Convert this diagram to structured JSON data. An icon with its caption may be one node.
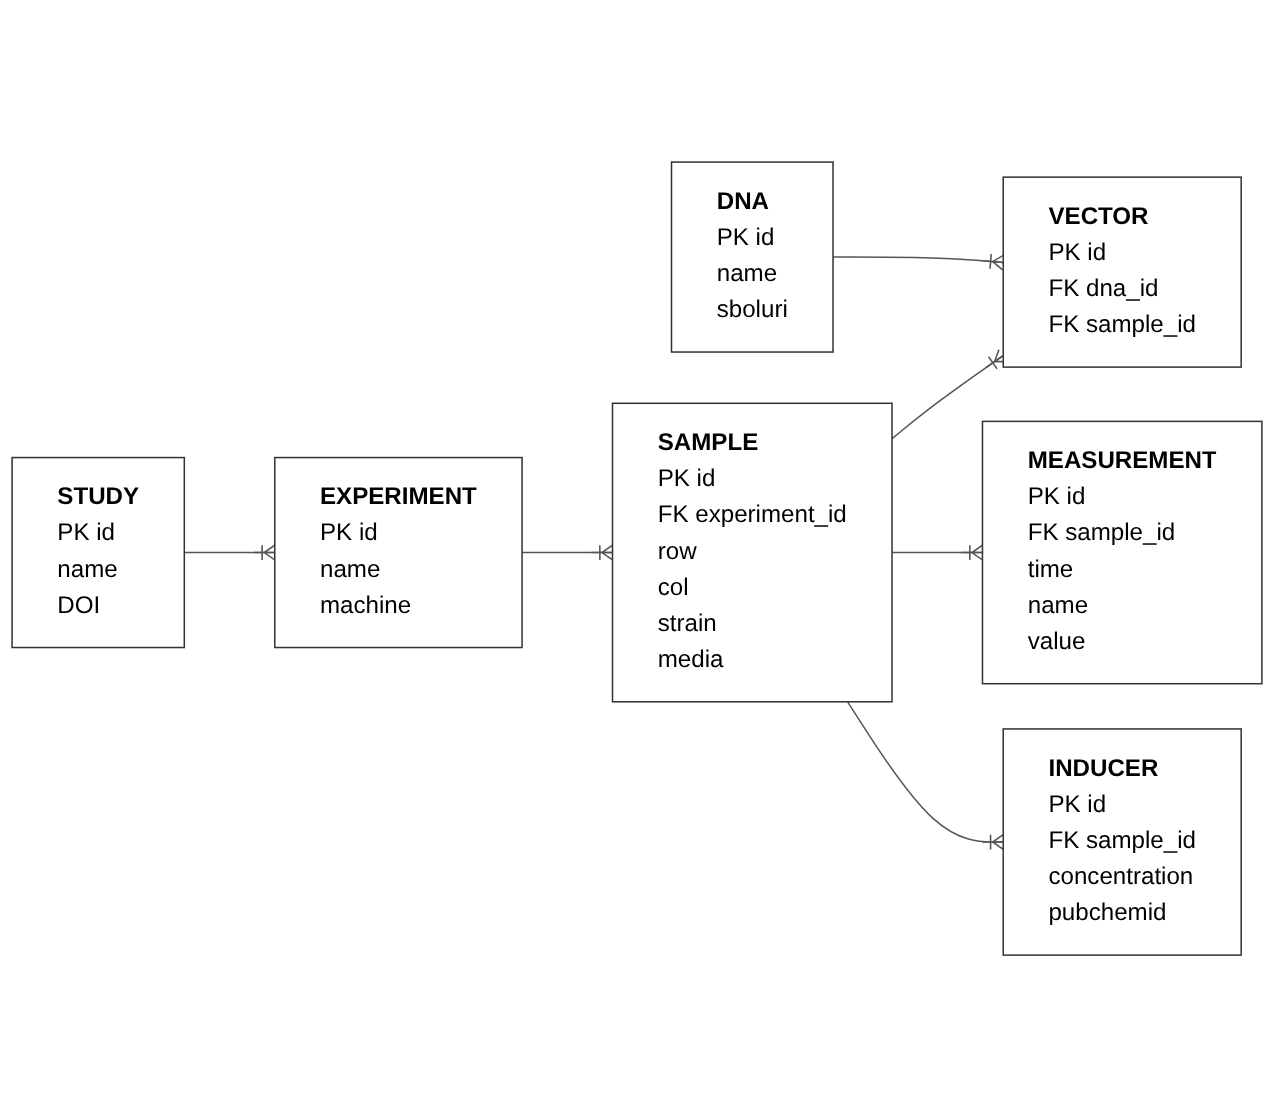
{
  "diagram": {
    "nodes": [
      {
        "text": [
          "STUDY",
          "PK id",
          "name",
          "DOI"
        ]
      },
      {
        "text": [
          "DNA",
          "PK id",
          "name",
          "sboluri"
        ]
      },
      {
        "text": [
          "VECTOR",
          "PK id",
          "FK dna_id",
          "FK sample_id"
        ]
      },
      {
        "text": [
          "EXPERIMENT",
          "PK id",
          "name",
          "machine"
        ]
      },
      {
        "text": [
          "SAMPLE",
          "PK id",
          "FK experiment_id",
          "row",
          "col",
          "strain",
          "media"
        ]
      },
      {
        "text": [
          "MEASUREMENT",
          "PK id",
          "FK sample_id",
          "time",
          "name",
          "value"
        ]
      },
      {
        "text": [
          "INDUCER",
          "PK id",
          "FK sample_id",
          "concentration",
          "pubchemid"
        ]
      }
    ],
    "edges": [
      {
        "from": 0,
        "to": 3,
        "arrow": "other"
      },
      {
        "from": 1,
        "to": 2,
        "arrow": "other"
      },
      {
        "from": 3,
        "to": 4,
        "arrow": "other"
      },
      {
        "from": 4,
        "to": 2,
        "arrow": "other"
      },
      {
        "from": 4,
        "to": 5,
        "arrow": "other"
      },
      {
        "from": 4,
        "to": 6,
        "arrow": "other"
      }
    ]
  }
}
